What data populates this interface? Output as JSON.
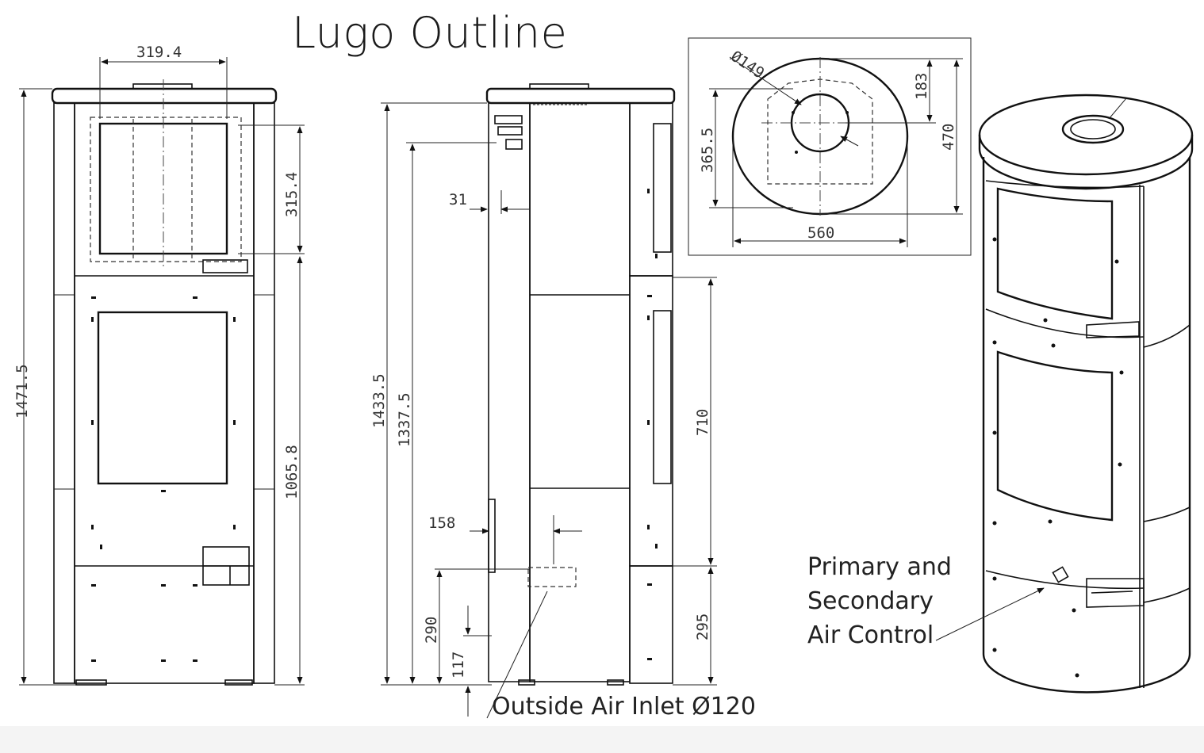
{
  "title": "Lugo Outline",
  "callouts": {
    "air_control": [
      "Primary and",
      "Secondary",
      "Air Control"
    ],
    "air_inlet": "Outside Air Inlet Ø120"
  },
  "dimensions": {
    "front_top_width": "319.4",
    "front_window_height": "315.4",
    "front_total_height": "1471.5",
    "front_lower_height": "1065.8",
    "side_height_a": "1433.5",
    "side_height_b": "1337.5",
    "side_offset": "31",
    "side_inlet_offset": "158",
    "side_inlet_height": "290",
    "side_inlet_low": "117",
    "side_panel_height": "710",
    "side_base_height": "295",
    "top_flue_diameter": "Ø149",
    "top_offset": "183",
    "top_depth": "470",
    "top_inner": "365.5",
    "top_width": "560"
  }
}
